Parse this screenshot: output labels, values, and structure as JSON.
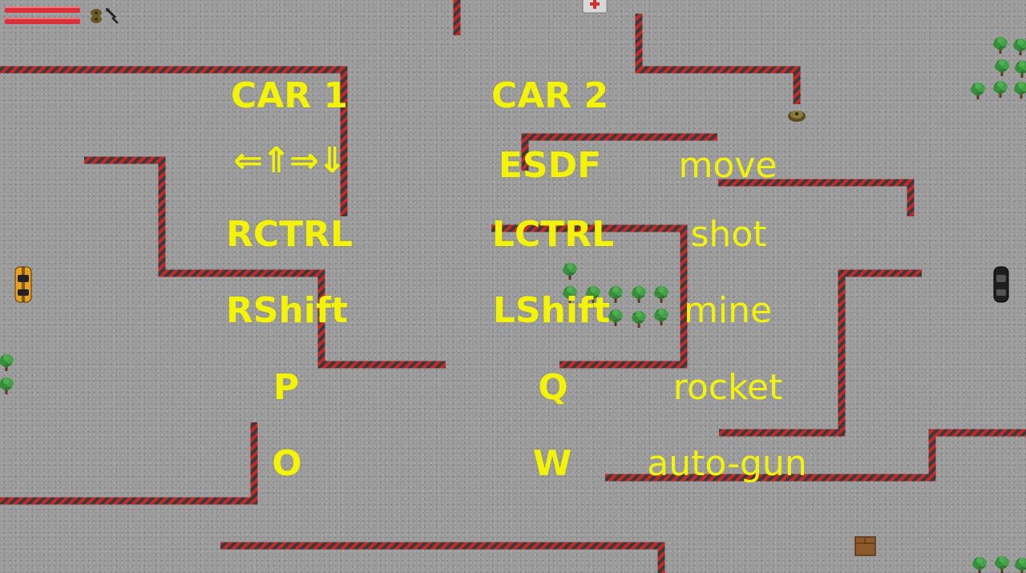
{
  "hud": {
    "health_bars": [
      1.0,
      1.0
    ],
    "icons": [
      "mine-ammo-icon",
      "rocket-ammo-icon"
    ],
    "health_color": "#d9303a"
  },
  "controls": {
    "car1_header": "CAR 1",
    "car2_header": "CAR 2",
    "car1_move": "⇐⇑⇒⇓",
    "car2_move": "ESDF",
    "move_label": "move",
    "car1_shot": "RCTRL",
    "car2_shot": "LCTRL",
    "shot_label": "shot",
    "car1_mine": "RShift",
    "car2_mine": "LShift",
    "mine_label": "mine",
    "car1_rocket": "P",
    "car2_rocket": "Q",
    "rocket_label": "rocket",
    "car1_autogun": "O",
    "car2_autogun": "W",
    "autogun_label": "auto-gun"
  },
  "colors": {
    "text": "#f2f20a",
    "barrier_red": "#c62828",
    "barrier_dark": "#3a3a3a",
    "car1": "#e8a020",
    "car2": "#1e1e1e"
  }
}
